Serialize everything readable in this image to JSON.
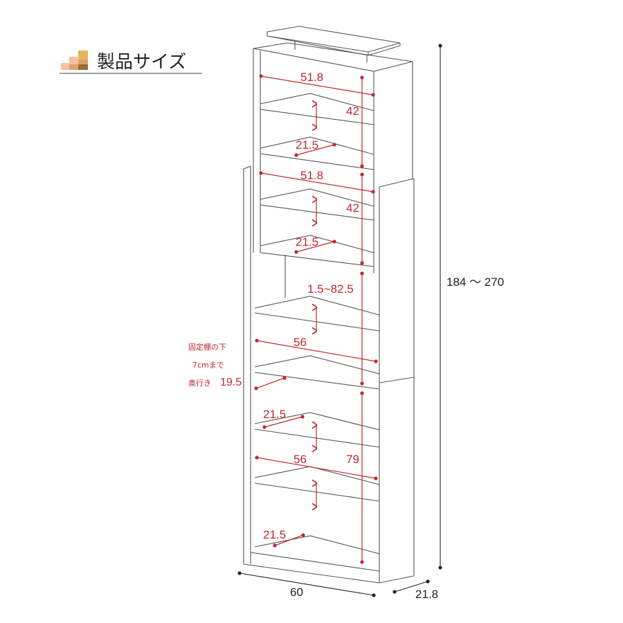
{
  "header": {
    "title": "製品サイズ",
    "icon": "stacked-boxes-icon"
  },
  "colors": {
    "accent": "#c1272d",
    "outline": "#555555",
    "icon_gold": "#e5b75a",
    "icon_peach": "#f2c3a0",
    "icon_tan": "#d9a26b",
    "icon_brown": "#9b6b3a"
  },
  "dimensions": {
    "inner_width_upper_1": "51.8",
    "inner_height_upper_1": "42",
    "depth_upper_1": "21.5",
    "inner_width_upper_2": "51.8",
    "inner_height_upper_2": "42",
    "depth_upper_2": "21.5",
    "adjustable_height": "1.5~82.5",
    "inner_width_lower_1": "56",
    "note_line1": "固定棚の下",
    "note_line2": "7cmまで",
    "note_line3": "奥行き",
    "note_depth": "19.5",
    "depth_lower_1": "21.5",
    "inner_width_lower_2": "56",
    "inner_height_lower": "79",
    "depth_lower_2": "21.5",
    "total_height": "184 ～ 270",
    "total_width": "60",
    "total_depth": "21.8"
  }
}
